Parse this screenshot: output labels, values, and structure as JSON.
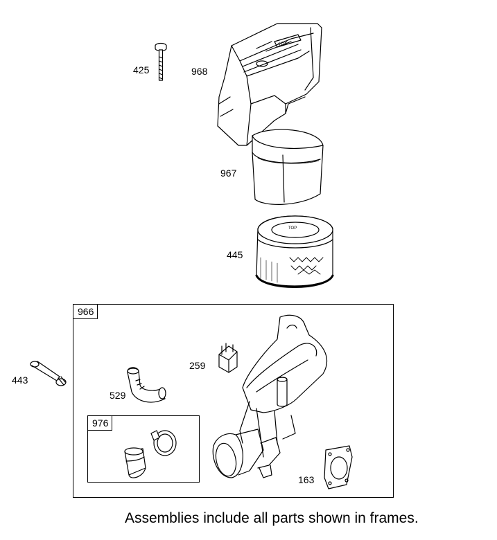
{
  "callouts": {
    "p425": "425",
    "p968": "968",
    "p967": "967",
    "p445": "445",
    "p443": "443",
    "p259": "259",
    "p529": "529",
    "p163": "163"
  },
  "frames": {
    "outer": {
      "label": "966"
    },
    "inner": {
      "label": "976"
    }
  },
  "decal": {
    "text": "TOP"
  },
  "footnote": "Assemblies include all parts shown in frames."
}
